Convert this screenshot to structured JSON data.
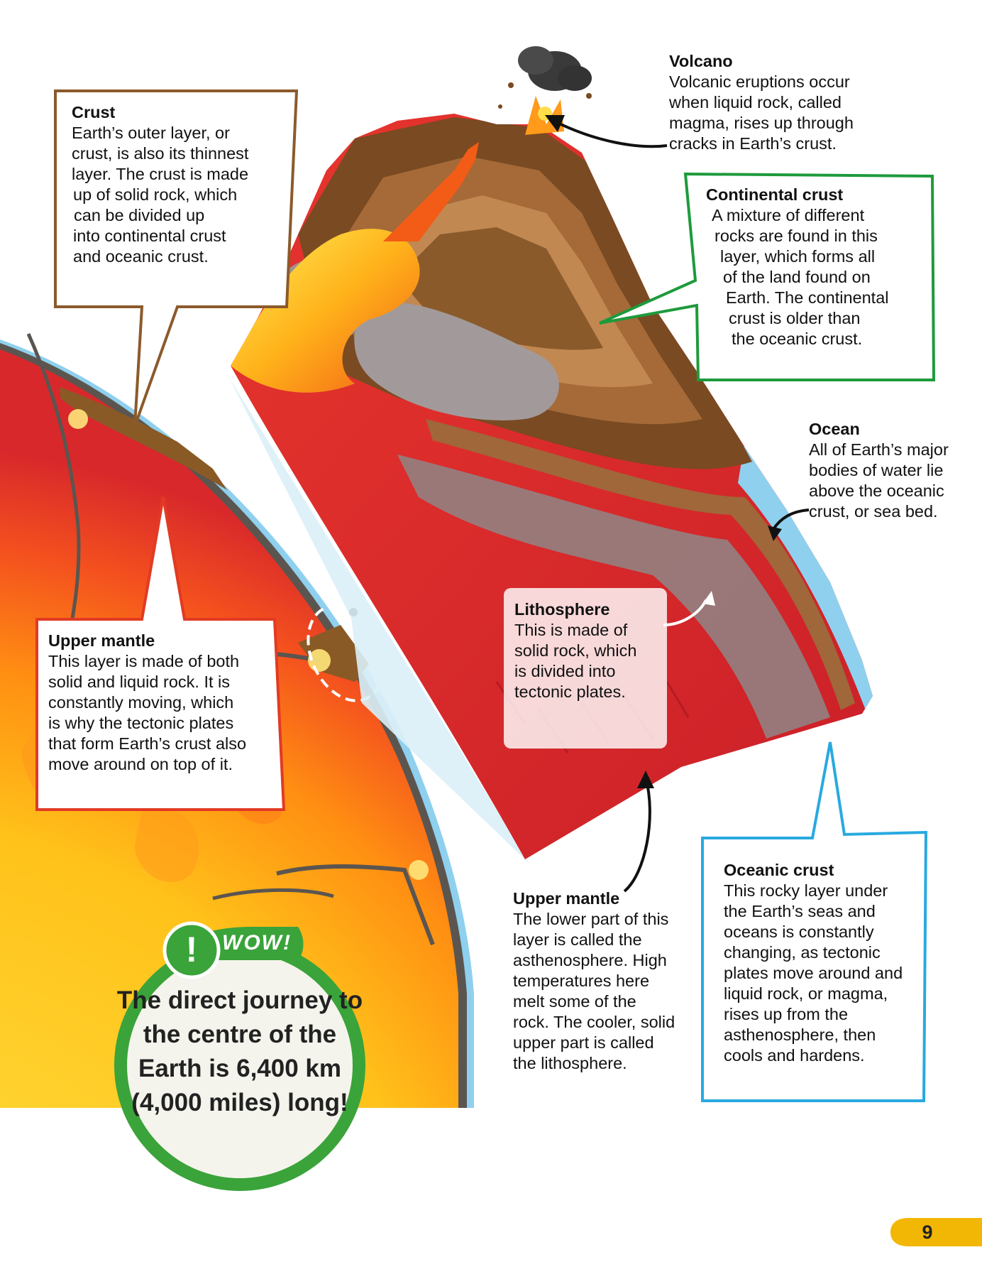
{
  "crust": {
    "title": "Crust",
    "lines": [
      "Earth’s outer layer, or",
      "crust, is also its thinnest",
      "layer. The crust is made",
      "up of solid rock, which",
      "can be divided up",
      "into continental crust",
      "and oceanic crust."
    ]
  },
  "volcano": {
    "title": "Volcano",
    "lines": [
      "Volcanic eruptions occur",
      "when liquid rock, called",
      "magma, rises up through",
      "cracks in Earth’s crust."
    ]
  },
  "continental_crust": {
    "title": "Continental crust",
    "lines": [
      "A mixture of different",
      "rocks are found in this",
      "layer, which forms all",
      "of the land found on",
      "Earth. The continental",
      "crust is older than",
      "the oceanic crust."
    ]
  },
  "ocean": {
    "title": "Ocean",
    "lines": [
      "All of Earth’s major",
      "bodies of water lie",
      "above the oceanic",
      "crust, or sea bed."
    ]
  },
  "lithosphere": {
    "title": "Lithosphere",
    "lines": [
      "This is made of",
      "solid rock, which",
      "is divided into",
      "tectonic plates."
    ]
  },
  "upper_mantle_left": {
    "title": "Upper mantle",
    "lines": [
      "This layer is made of both",
      "solid and liquid rock. It is",
      "constantly moving, which",
      "is why the tectonic plates",
      "that form Earth’s crust also",
      "move around on top of it."
    ]
  },
  "upper_mantle_right": {
    "title": "Upper mantle",
    "lines": [
      "The lower part of this",
      "layer is called the",
      "asthenosphere. High",
      "temperatures here",
      "melt some of the",
      "rock. The cooler, solid",
      "upper part is called",
      "the lithosphere."
    ]
  },
  "oceanic_crust": {
    "title": "Oceanic crust",
    "lines": [
      "This rocky layer under",
      "the Earth’s seas and",
      "oceans is constantly",
      "changing, as tectonic",
      "plates move around and",
      "liquid rock, or magma,",
      "rises up from the",
      "asthenosphere, then",
      "cools and hardens."
    ]
  },
  "wow": {
    "badge": "WOW!",
    "mark": "!",
    "lines": [
      "The direct",
      "journey to the",
      "centre of the Earth",
      "is 6,400 km",
      "(4,000 miles)",
      "long!"
    ]
  },
  "page_number": "9",
  "colors": {
    "crust_box": "#8b5a2b",
    "continental_box": "#1e9a3c",
    "upper_mantle_box": "#e23a24",
    "oceanic_box": "#29a9e0",
    "mantle_red": "#d8282b",
    "ocean_blue": "#8fd0ee",
    "wow_green": "#3aa33a",
    "page_tab": "#f2b705"
  }
}
